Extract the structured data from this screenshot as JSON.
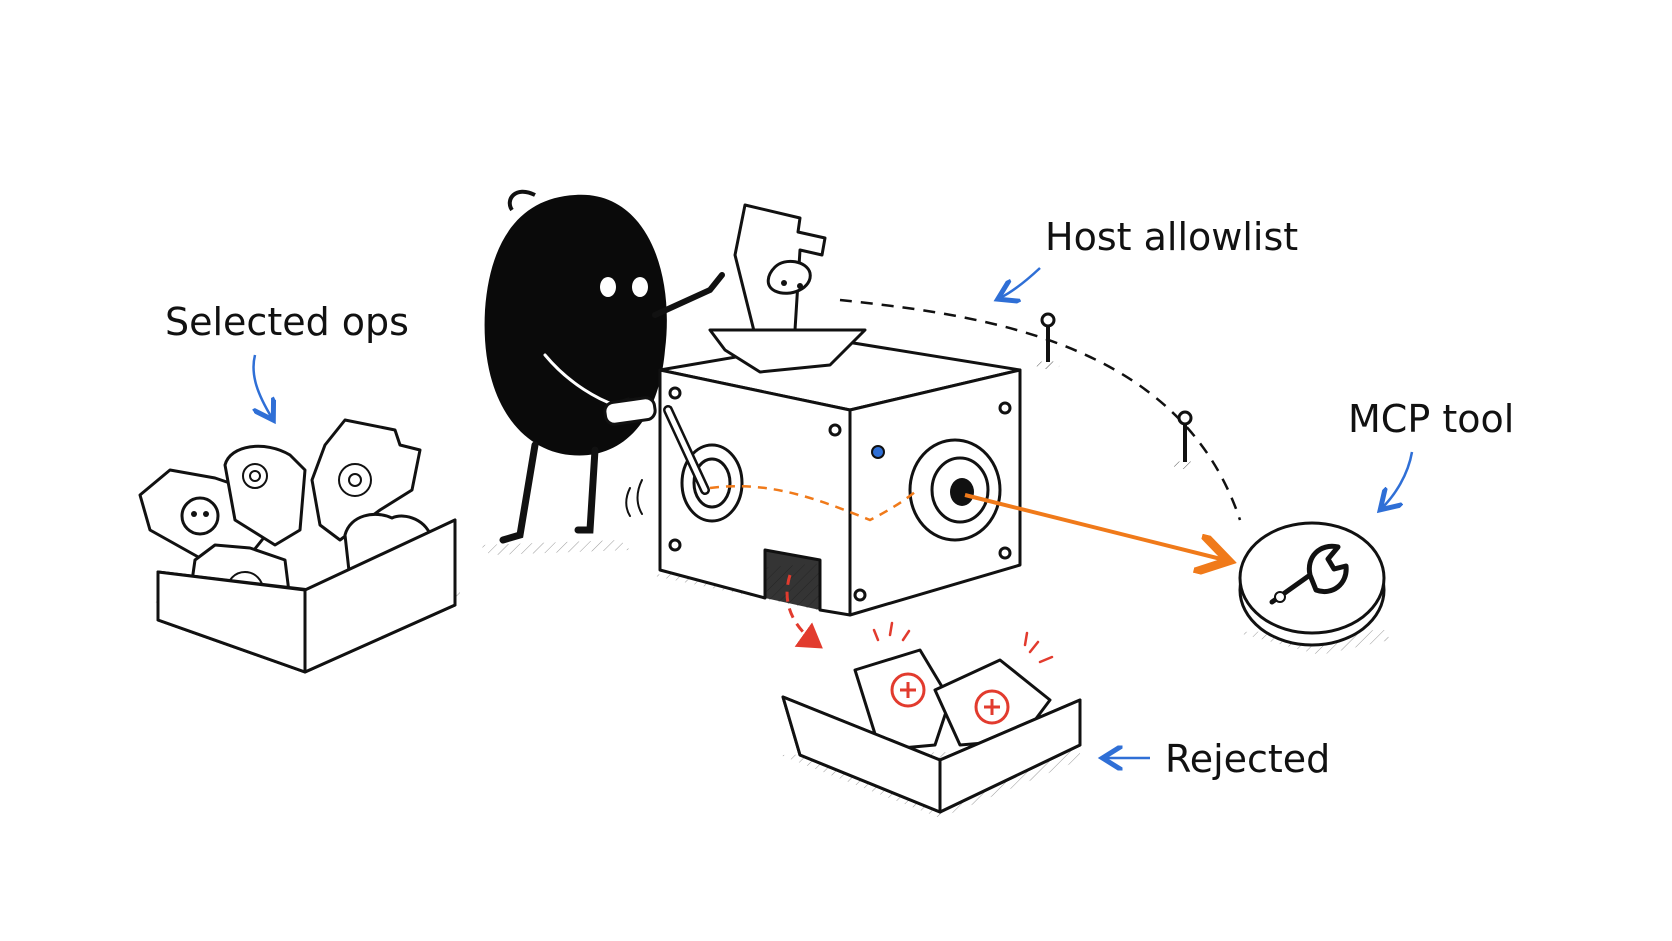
{
  "labels": {
    "selected_ops": "Selected ops",
    "host_allowlist": "Host  allowlist",
    "mcp_tool": "MCP tool",
    "rejected": "Rejected"
  },
  "colors": {
    "ink": "#111111",
    "arrow_blue": "#2f6fd6",
    "accept_orange": "#f07a1a",
    "reject_red": "#e23b2e"
  },
  "icons": {
    "character": "black-blob-character",
    "machine": "crank-filter-machine",
    "tool": "wrench-coin-icon"
  }
}
